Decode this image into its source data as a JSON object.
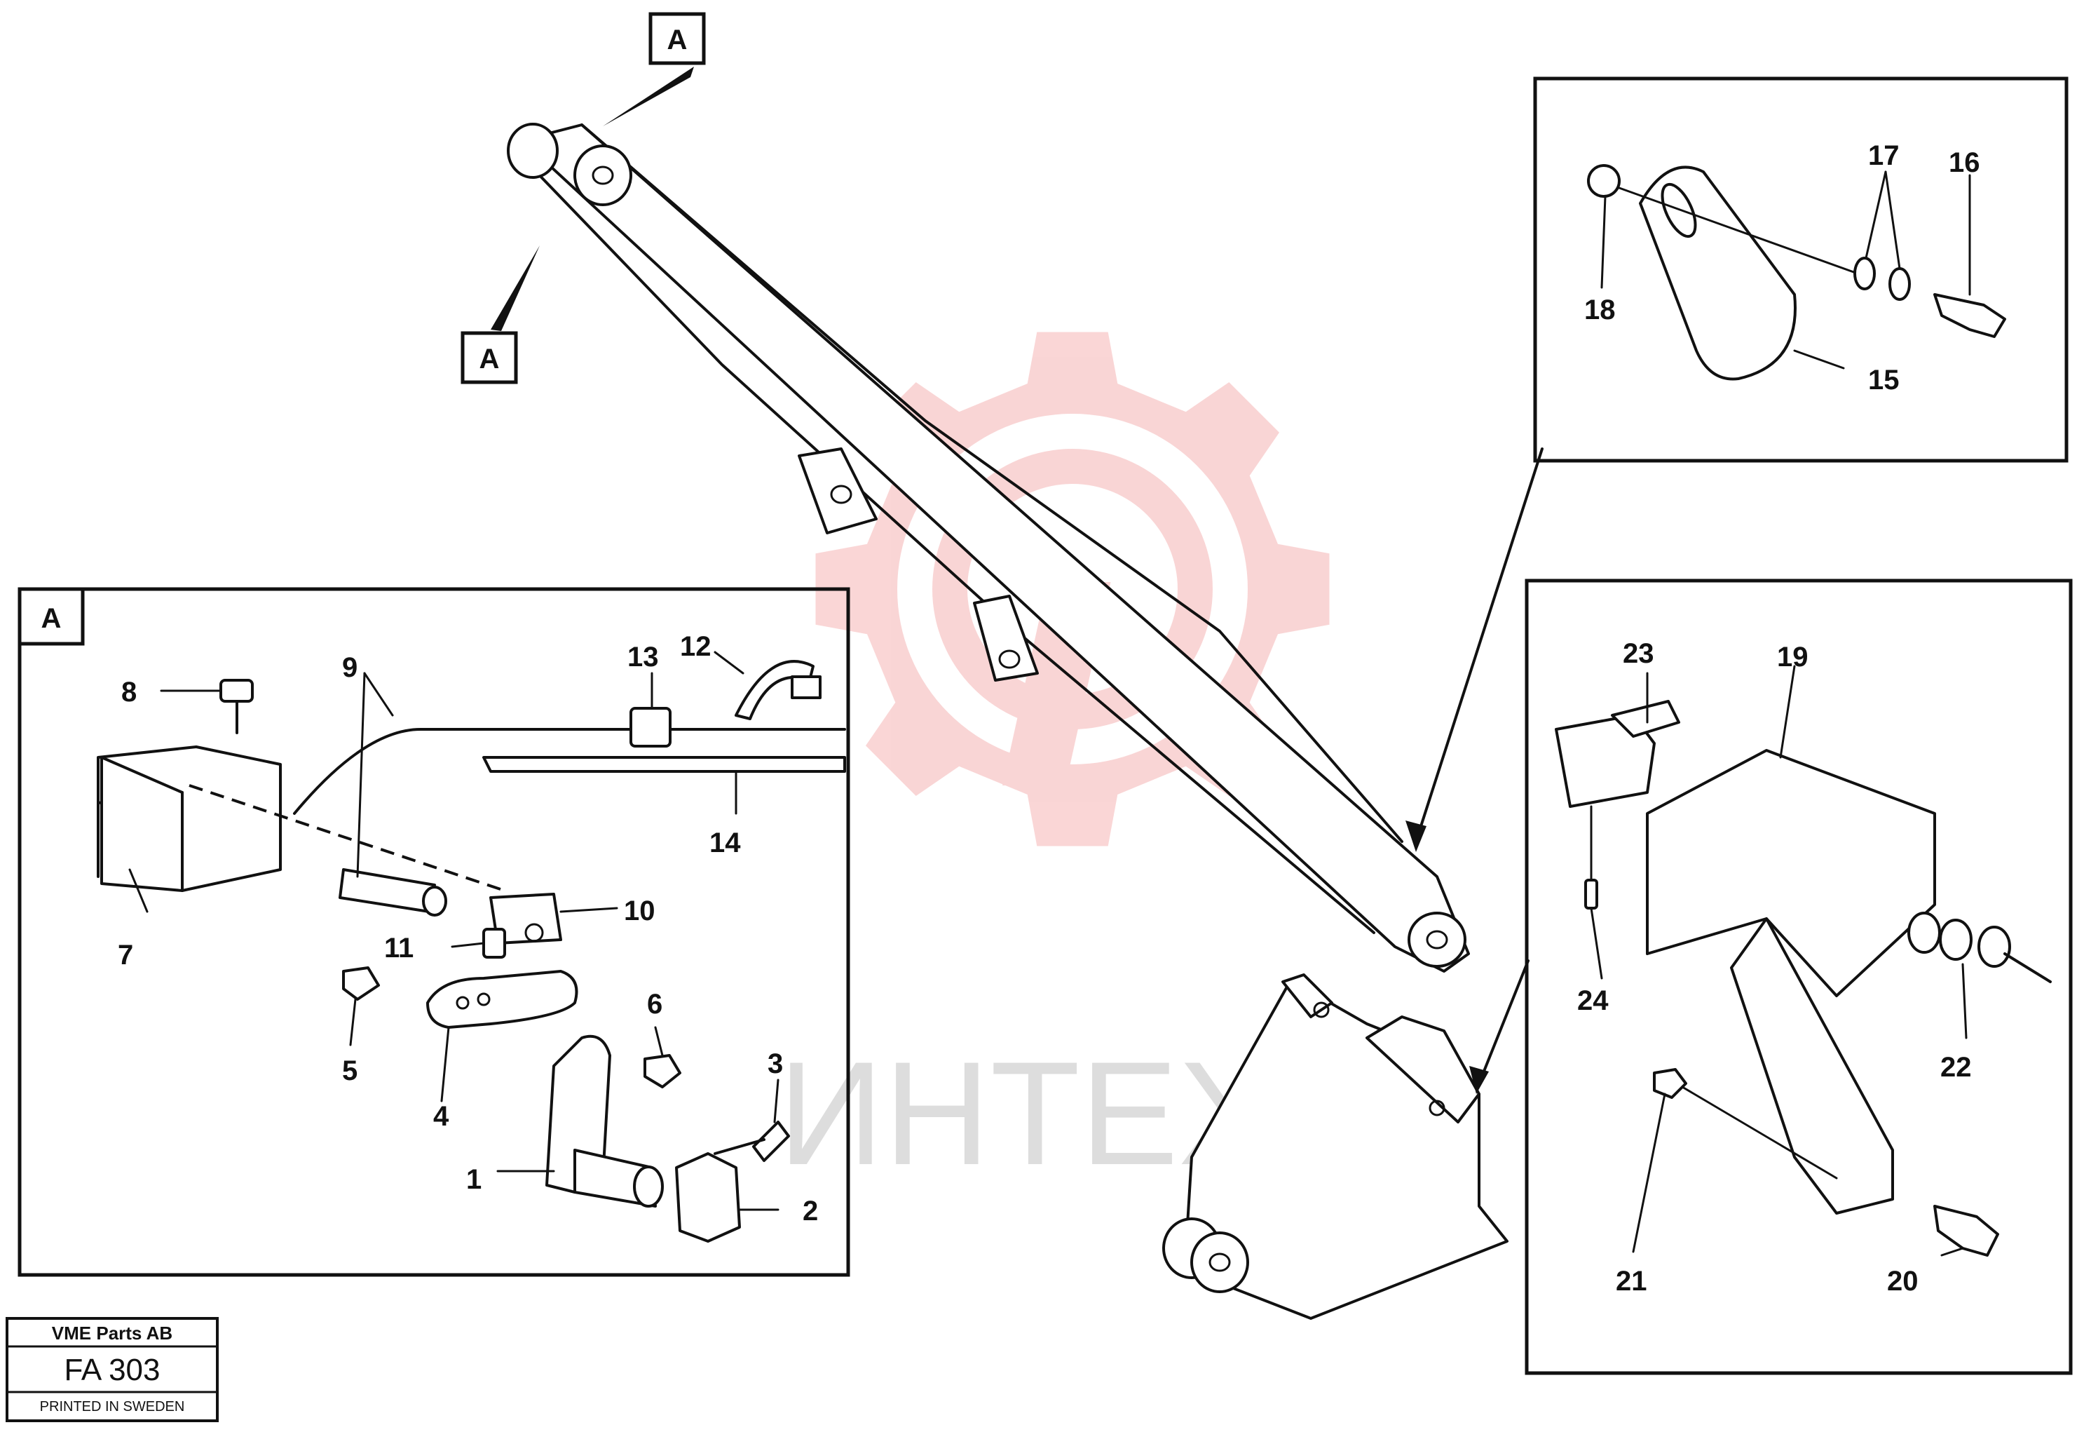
{
  "view_ref": "A",
  "callouts": {
    "p1": "1",
    "p2": "2",
    "p3": "3",
    "p4": "4",
    "p5": "5",
    "p6": "6",
    "p7": "7",
    "p8": "8",
    "p9": "9",
    "p10": "10",
    "p11": "11",
    "p12": "12",
    "p13": "13",
    "p14": "14",
    "p15": "15",
    "p16": "16",
    "p17": "17",
    "p18": "18",
    "p19": "19",
    "p20": "20",
    "p21": "21",
    "p22": "22",
    "p23": "23",
    "p24": "24"
  },
  "watermark": {
    "text": "ИНТЕХ",
    "color": "#f08a8a"
  },
  "title_block": {
    "company": "VME Parts AB",
    "code": "FA 303",
    "printed": "PRINTED IN SWEDEN"
  }
}
